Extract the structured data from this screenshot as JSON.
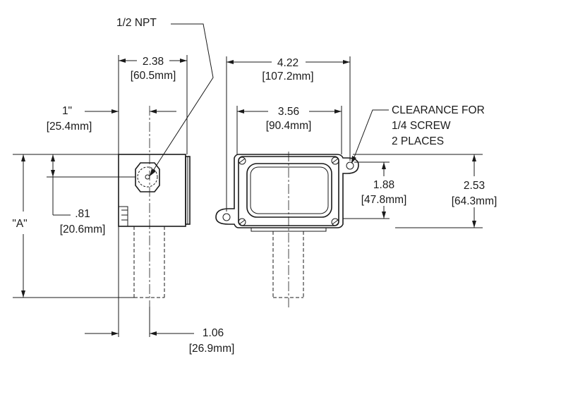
{
  "side_view": {
    "npt_label": "1/2 NPT",
    "width": {
      "inch": "2.38",
      "mm": "[60.5mm]"
    },
    "conduit_offset": {
      "inch": "1\"",
      "mm": "[25.4mm]"
    },
    "height_label": "\"A\"",
    "npt_height": {
      "inch": ".81",
      "mm": "[20.6mm]"
    },
    "conduit_dia": {
      "inch": "1.06",
      "mm": "[26.9mm]"
    }
  },
  "front_view": {
    "overall_width": {
      "inch": "4.22",
      "mm": "[107.2mm]"
    },
    "inner_width": {
      "inch": "3.56",
      "mm": "[90.4mm]"
    },
    "clearance_note": [
      "CLEARANCE FOR",
      "1/4 SCREW",
      "2 PLACES"
    ],
    "inner_height": {
      "inch": "1.88",
      "mm": "[47.8mm]"
    },
    "overall_height": {
      "inch": "2.53",
      "mm": "[64.3mm]"
    }
  }
}
